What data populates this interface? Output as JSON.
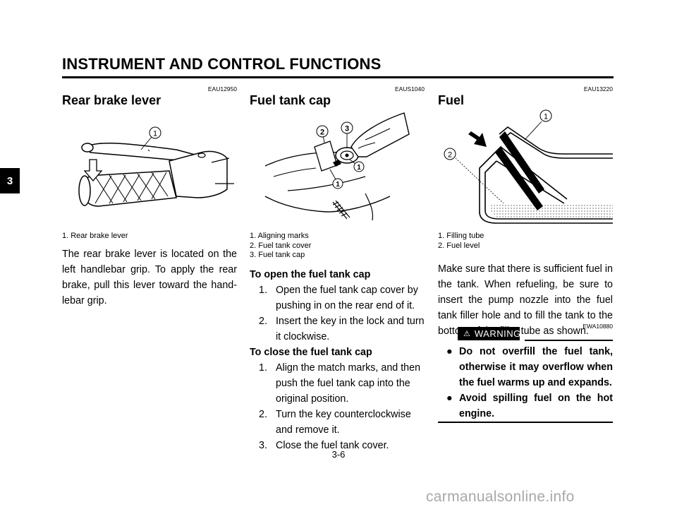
{
  "header": {
    "title": "INSTRUMENT AND CONTROL FUNCTIONS"
  },
  "side_tab": {
    "label": "3"
  },
  "columns": {
    "rear_brake": {
      "code": "EAU12950",
      "title": "Rear brake lever",
      "callouts": [
        "1"
      ],
      "captions": [
        "1. Rear brake lever"
      ],
      "body": "The rear brake lever is located on the left handlebar grip. To apply the rear brake, pull this lever toward the hand-lebar grip."
    },
    "fuel_tank_cap": {
      "code": "EAUS1040",
      "title": "Fuel tank cap",
      "callouts": [
        "1",
        "2",
        "3"
      ],
      "captions": [
        "1. Aligning marks",
        "2. Fuel tank cover",
        "3. Fuel tank cap"
      ],
      "open_heading": "To open the fuel tank cap",
      "open_steps": [
        {
          "num": "1.",
          "text": "Open the fuel tank cap cover by pushing in on the rear end of it."
        },
        {
          "num": "2.",
          "text": "Insert the key in the lock and turn it clockwise."
        }
      ],
      "close_heading": "To close the fuel tank cap",
      "close_steps": [
        {
          "num": "1.",
          "text": "Align the match marks, and then push the fuel tank cap into the original position."
        },
        {
          "num": "2.",
          "text": "Turn the key counterclockwise and remove it."
        },
        {
          "num": "3.",
          "text": "Close the fuel tank cover."
        }
      ]
    },
    "fuel": {
      "code": "EAU13220",
      "title": "Fuel",
      "callouts": [
        "1",
        "2"
      ],
      "captions": [
        "1. Filling tube",
        "2. Fuel level"
      ],
      "body": "Make sure that there is sufficient fuel in the tank. When refueling, be sure to insert the pump nozzle into the fuel tank filler hole and to fill the tank to the bottom of the filler tube as shown.",
      "warning_code": "EWA10880",
      "warning_label": "WARNING",
      "warning_items": [
        "Do not overfill the fuel tank, otherwise it may overflow when the fuel warms up and expands.",
        "Avoid spilling fuel on the hot engine."
      ]
    }
  },
  "footer": {
    "page": "3-6",
    "watermark": "carmanualsonline.info"
  }
}
